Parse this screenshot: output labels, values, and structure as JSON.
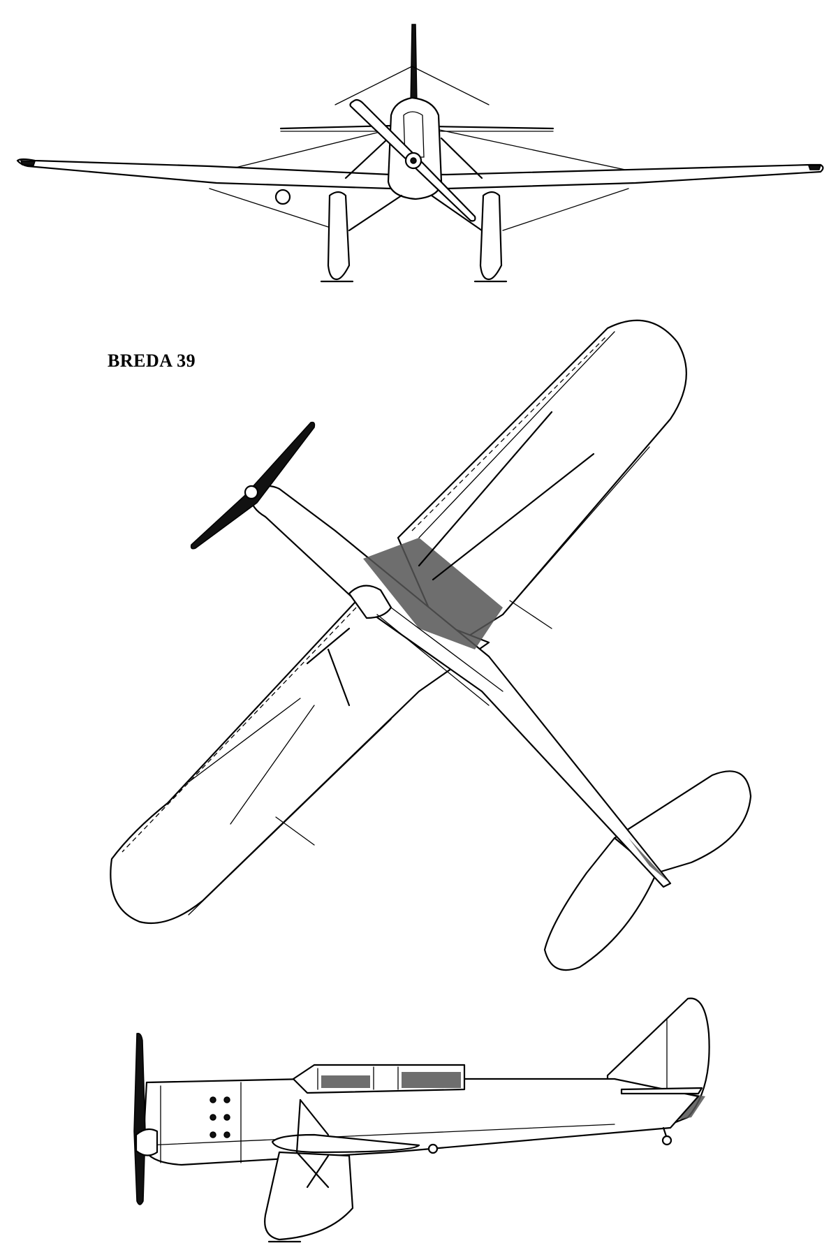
{
  "drawing": {
    "title": "BREDA 39",
    "views": [
      "front-view",
      "plan-view",
      "side-view"
    ]
  },
  "colors": {
    "ink": "#000000",
    "paper": "#ffffff",
    "shading": "#555555"
  }
}
